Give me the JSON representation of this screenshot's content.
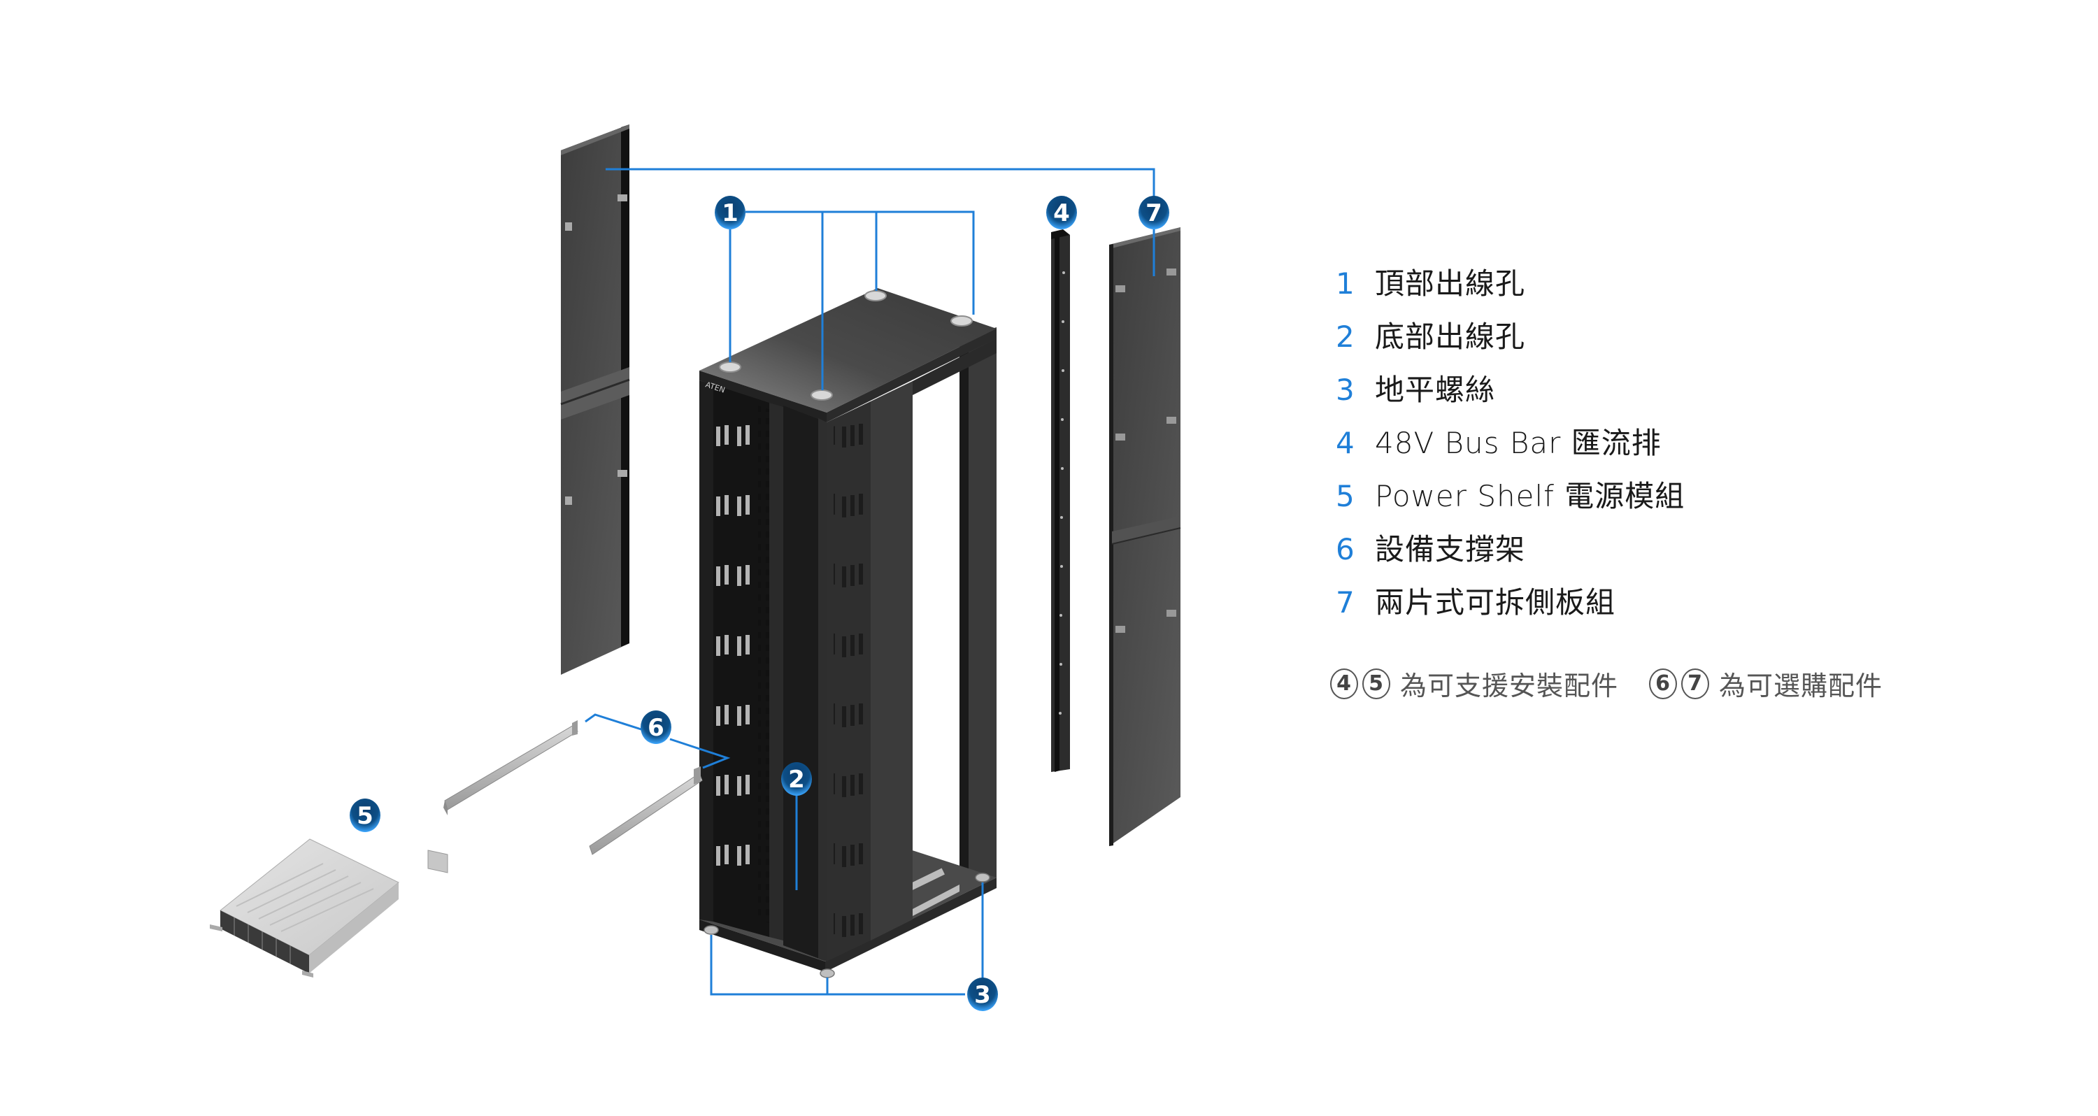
{
  "callouts": [
    {
      "num": "1",
      "label": "頂部出線孔"
    },
    {
      "num": "2",
      "label": "底部出線孔"
    },
    {
      "num": "3",
      "label": "地平螺絲"
    },
    {
      "num": "4",
      "label": "48V Bus Bar 匯流排"
    },
    {
      "num": "5",
      "label": "Power Shelf 電源模組"
    },
    {
      "num": "6",
      "label": "設備支撐架"
    },
    {
      "num": "7",
      "label": "兩片式可拆側板組"
    }
  ],
  "notes": [
    {
      "badges": [
        "4",
        "5"
      ],
      "text": "為可支援安裝配件"
    },
    {
      "badges": [
        "6",
        "7"
      ],
      "text": "為可選購配件"
    }
  ],
  "brand_mark": "ATEN",
  "colors": {
    "callout_line": "#1f7fd8",
    "callout_badge": "#0d4f87",
    "legend_number": "#1f7fd8",
    "rack_body": "#2b2b2b",
    "panel": "#4a4a4a"
  }
}
